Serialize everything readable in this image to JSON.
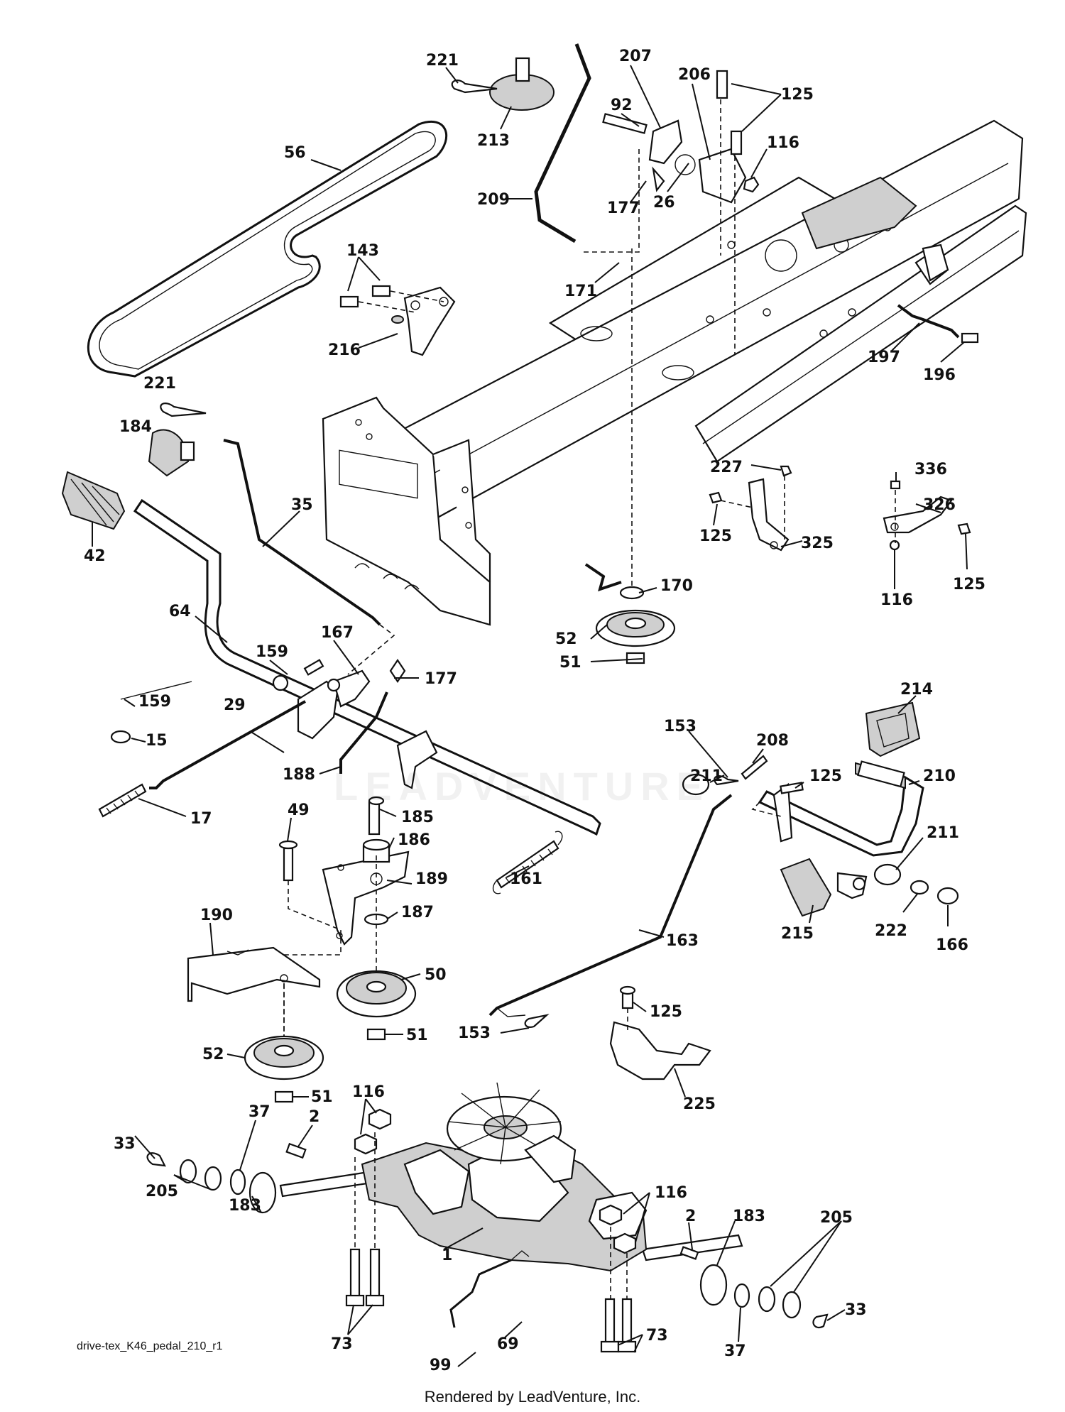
{
  "diagram": {
    "code": "drive-tex_K46_pedal_210_r1",
    "credit": "Rendered by LeadVenture, Inc.",
    "watermark": "LEADVENTURE",
    "callouts": {
      "c221a": "221",
      "c213": "213",
      "c207": "207",
      "c206": "206",
      "c125a": "125",
      "c92": "92",
      "c116a": "116",
      "c56": "56",
      "c209": "209",
      "c177a": "177",
      "c26": "26",
      "c143": "143",
      "c171": "171",
      "c216": "216",
      "c197": "197",
      "c196": "196",
      "c221b": "221",
      "c184": "184",
      "c227": "227",
      "c336": "336",
      "c326": "326",
      "c35": "35",
      "c42": "42",
      "c125b": "125",
      "c325": "325",
      "c116b": "116",
      "c125c": "125",
      "c170": "170",
      "c64": "64",
      "c52a": "52",
      "c159a": "159",
      "c167": "167",
      "c177b": "177",
      "c51a": "51",
      "c214": "214",
      "c159b": "159",
      "c29": "29",
      "c153a": "153",
      "c208": "208",
      "c15": "15",
      "c125d": "125",
      "c211a": "211",
      "c210": "210",
      "c188": "188",
      "c17": "17",
      "c49": "49",
      "c185": "185",
      "c211b": "211",
      "c186": "186",
      "c161": "161",
      "c189": "189",
      "c187": "187",
      "c222": "222",
      "c166": "166",
      "c215": "215",
      "c190": "190",
      "c163": "163",
      "c50": "50",
      "c125e": "125",
      "c153b": "153",
      "c51b": "51",
      "c52b": "52",
      "c51c": "51",
      "c225": "225",
      "c116c": "116",
      "c37a": "37",
      "c2a": "2",
      "c33a": "33",
      "c205a": "205",
      "c183a": "183",
      "c116d": "116",
      "c1": "1",
      "c183b": "183",
      "c2b": "2",
      "c73a": "73",
      "c205b": "205",
      "c99": "99",
      "c69": "69",
      "c33b": "33",
      "c73b": "73",
      "c37b": "37"
    }
  }
}
